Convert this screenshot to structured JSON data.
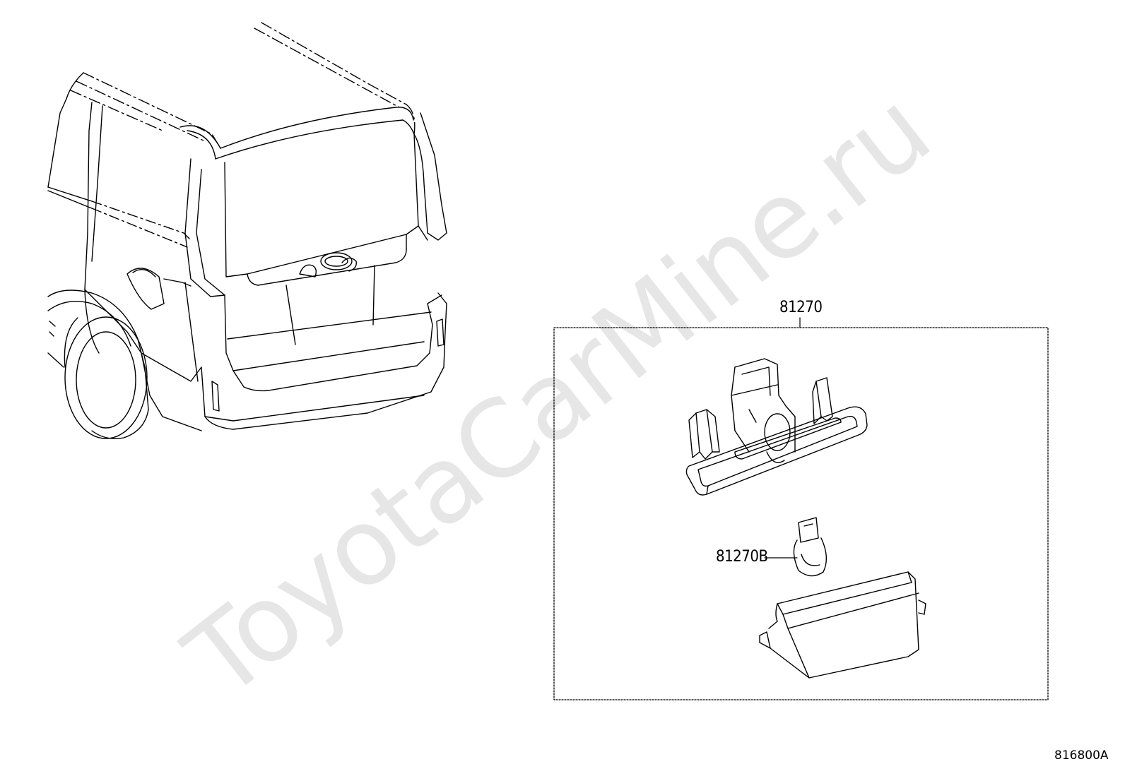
{
  "watermark": "ToyotaCarMine.ru",
  "callouts": {
    "assembly": "81270",
    "bulb": "81270B"
  },
  "figure_number": "816800A"
}
